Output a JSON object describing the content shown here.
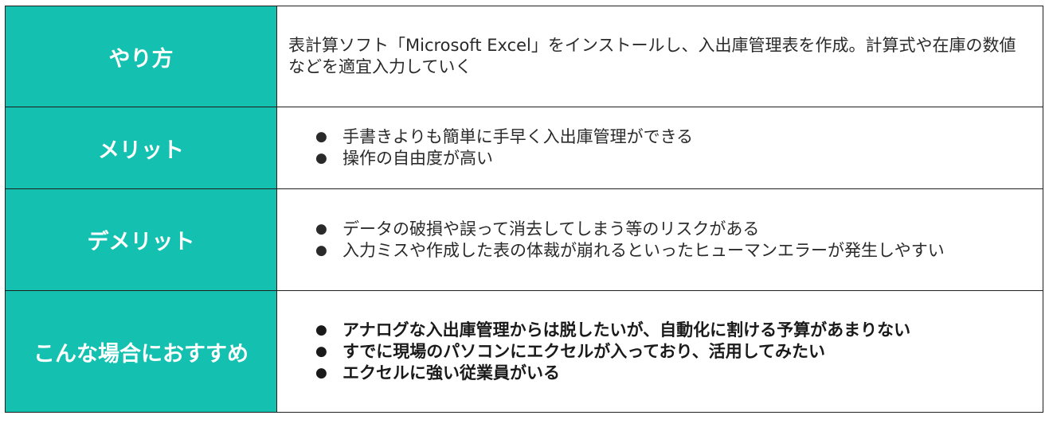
{
  "rows": [
    {
      "label": "やり方",
      "text": "表計算ソフト「Microsoft Excel」をインストールし、入出庫管理表を作成。計算式や在庫の数値などを適宜入力していく"
    },
    {
      "label": "メリット",
      "items": [
        "手書きよりも簡単に手早く入出庫管理ができる",
        "操作の自由度が高い"
      ]
    },
    {
      "label": "デメリット",
      "items": [
        "データの破損や誤って消去してしまう等のリスクがある",
        "入力ミスや作成した表の体裁が崩れるといったヒューマンエラーが発生しやすい"
      ]
    },
    {
      "label": "こんな場合におすすめ",
      "items": [
        "アナログな入出庫管理からは脱したいが、自動化に割ける予算があまりない",
        "すでに現場のパソコンにエクセルが入っており、活用してみたい",
        "エクセルに強い従業員がいる"
      ]
    }
  ],
  "bullet_glyph": "●",
  "colors": {
    "label_background": "#14c0b0",
    "label_text": "#ffffff",
    "border": "#1f1f1f"
  }
}
